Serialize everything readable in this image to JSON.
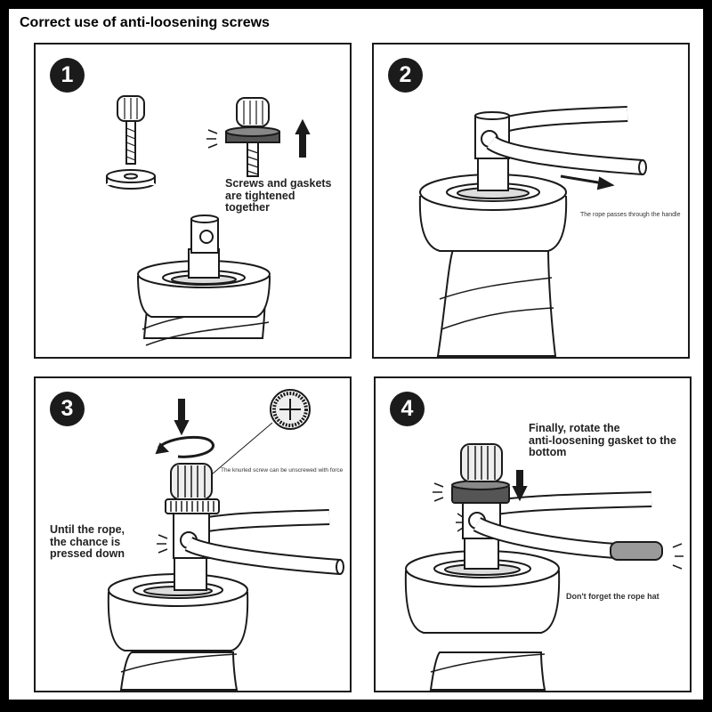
{
  "title": "Correct use of anti-loosening screws",
  "steps": [
    {
      "number": "1",
      "caption": "Screws and gaskets\nare tightened\ntogether"
    },
    {
      "number": "2",
      "note": "The rope passes through the handle"
    },
    {
      "number": "3",
      "caption": "Until the rope,\nthe chance is\npressed down",
      "note": "The knurled screw can be unscrewed with force"
    },
    {
      "number": "4",
      "caption": "Finally, rotate the\nanti-loosening gasket to the\nbottom",
      "note": "Don't forget the rope hat"
    }
  ],
  "colors": {
    "frame": "#000000",
    "panel_border": "#1a1a1a",
    "badge": "#1b1b1b",
    "rope_cap": "#9a9a9a"
  }
}
